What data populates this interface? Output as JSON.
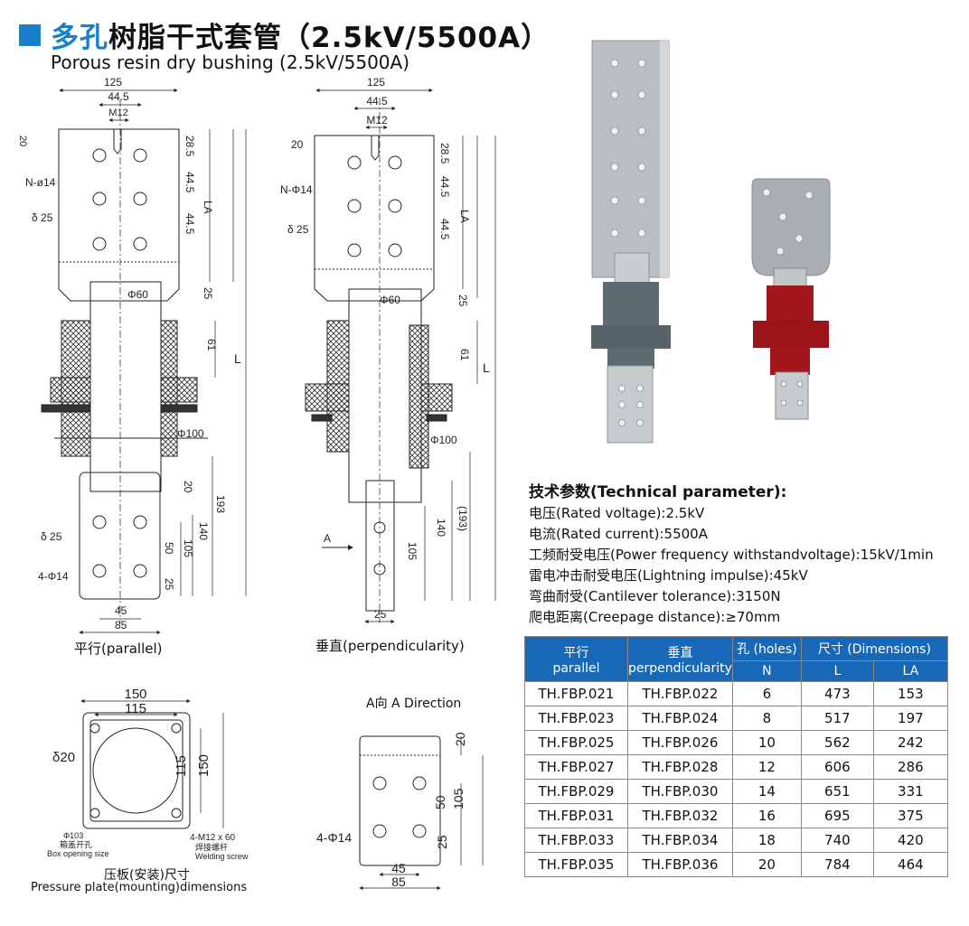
{
  "header": {
    "title_cn_a": "多孔",
    "title_cn_b": "树脂干式套管（2.5kV/5500A）",
    "title_en": "Porous resin dry bushing (2.5kV/5500A)"
  },
  "drawings": {
    "parallel": {
      "caption": "平行(parallel)",
      "dims": {
        "d125": "125",
        "d44_5": "44.5",
        "m12": "M12",
        "d20": "20",
        "d28_5": "28.5",
        "d44_5a": "44.5",
        "d44_5b": "44.5",
        "la": "LA",
        "n14": "N-ø14",
        "d25_delta": "δ 25",
        "d25": "25",
        "phi60": "Φ60",
        "d61": "61",
        "L": "L",
        "phi100": "Φ100",
        "d20b": "20",
        "d193": "193",
        "d140": "140",
        "d105": "105",
        "d50": "50",
        "d25b": "25",
        "delta25b": "δ 25",
        "holes4": "4-Φ14",
        "d45": "45",
        "d85": "85"
      }
    },
    "perpendicular": {
      "caption": "垂直(perpendicularity)",
      "dims": {
        "d125": "125",
        "d44_5": "44.5",
        "m12": "M12",
        "d20": "20",
        "n14": "N-Φ14",
        "d28_5": "28.5",
        "d44_5a": "44.5",
        "d44_5b": "44.5",
        "la": "LA",
        "delta25": "δ 25",
        "phi60": "Φ60",
        "d25": "25",
        "d61": "61",
        "L": "L",
        "phi100": "Φ100",
        "arrow_a": "A",
        "d105": "105",
        "d140": "140",
        "d193": "(193)",
        "d25b": "25"
      }
    },
    "plate": {
      "caption_cn": "压板(安装)尺寸",
      "caption_en": "Pressure plate(mounting)dimensions",
      "dims": {
        "d150": "150",
        "d115": "115",
        "delta20": "δ20",
        "v115": "115",
        "v150": "150",
        "phi103": "Φ103",
        "box_cn": "箱盖开孔",
        "box_en": "Box opening size",
        "screw": "4-M12 x 60",
        "screw_cn": "焊接螺杆",
        "screw_en": "Welding screw"
      }
    },
    "a_direction": {
      "caption": "A向 A Direction",
      "dims": {
        "d20": "20",
        "d50": "50",
        "d105": "105",
        "d25": "25",
        "holes": "4-Φ14",
        "d45": "45",
        "d85": "85"
      }
    }
  },
  "colors": {
    "accent": "#1a7fc9",
    "table_header": "#1769b8",
    "grey_bushing": "#5c6a72",
    "red_bushing": "#a3161b"
  },
  "tech": {
    "heading": "技术参数(Technical parameter):",
    "params": [
      "电压(Rated voltage):2.5kV",
      "电流(Rated current):5500A",
      "工频耐受电压(Power frequency withstandvoltage):15kV/1min",
      "雷电冲击耐受电压(Lightning impulse):45kV",
      "弯曲耐受(Cantilever tolerance):3150N",
      "爬电距离(Creepage distance):≥70mm"
    ]
  },
  "table": {
    "h_parallel_cn": "平行",
    "h_parallel_en": "parallel",
    "h_perp_cn": "垂直",
    "h_perp_en": "perpendicularity",
    "h_holes": "孔 (holes)",
    "h_dims": "尺寸 (Dimensions)",
    "h_n": "N",
    "h_l": "L",
    "h_la": "LA",
    "rows": [
      [
        "TH.FBP.021",
        "TH.FBP.022",
        "6",
        "473",
        "153"
      ],
      [
        "TH.FBP.023",
        "TH.FBP.024",
        "8",
        "517",
        "197"
      ],
      [
        "TH.FBP.025",
        "TH.FBP.026",
        "10",
        "562",
        "242"
      ],
      [
        "TH.FBP.027",
        "TH.FBP.028",
        "12",
        "606",
        "286"
      ],
      [
        "TH.FBP.029",
        "TH.FBP.030",
        "14",
        "651",
        "331"
      ],
      [
        "TH.FBP.031",
        "TH.FBP.032",
        "16",
        "695",
        "375"
      ],
      [
        "TH.FBP.033",
        "TH.FBP.034",
        "18",
        "740",
        "420"
      ],
      [
        "TH.FBP.035",
        "TH.FBP.036",
        "20",
        "784",
        "464"
      ]
    ]
  }
}
